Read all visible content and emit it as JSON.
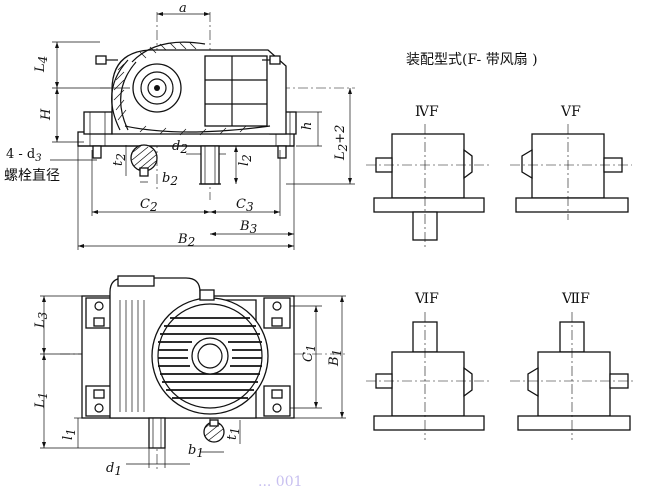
{
  "title": "装配型式(F- 带风扇 )",
  "variants": {
    "iv": "ⅣF",
    "v": "ⅤF",
    "vi": "ⅥF",
    "vii": "ⅦF"
  },
  "bolt_note": {
    "line1": "4 - d",
    "line1_sub": "3",
    "line2": "螺栓直径"
  },
  "dims": {
    "a": "a",
    "L4_main": "L",
    "L4_sub": "4",
    "H": "H",
    "h": "h",
    "L2p2_main": "L",
    "L2p2_sub": "2",
    "L2p2_tail": "+2",
    "l2_main": "l",
    "l2_sub": "2",
    "d2_main": "d",
    "d2_sub": "2",
    "t2_main": "t",
    "t2_sub": "2",
    "b2_main": "b",
    "b2_sub": "2",
    "C2_main": "C",
    "C2_sub": "2",
    "C3_main": "C",
    "C3_sub": "3",
    "B3_main": "B",
    "B3_sub": "3",
    "B2_main": "B",
    "B2_sub": "2",
    "L3_main": "L",
    "L3_sub": "3",
    "L1_main": "L",
    "L1_sub": "1",
    "l1_main": "l",
    "l1_sub": "1",
    "d1_main": "d",
    "d1_sub": "1",
    "b1_main": "b",
    "b1_sub": "1",
    "t1_main": "t",
    "t1_sub": "1",
    "C1_main": "C",
    "C1_sub": "1",
    "B1_main": "B",
    "B1_sub": "1"
  },
  "footer_text": "...  001"
}
